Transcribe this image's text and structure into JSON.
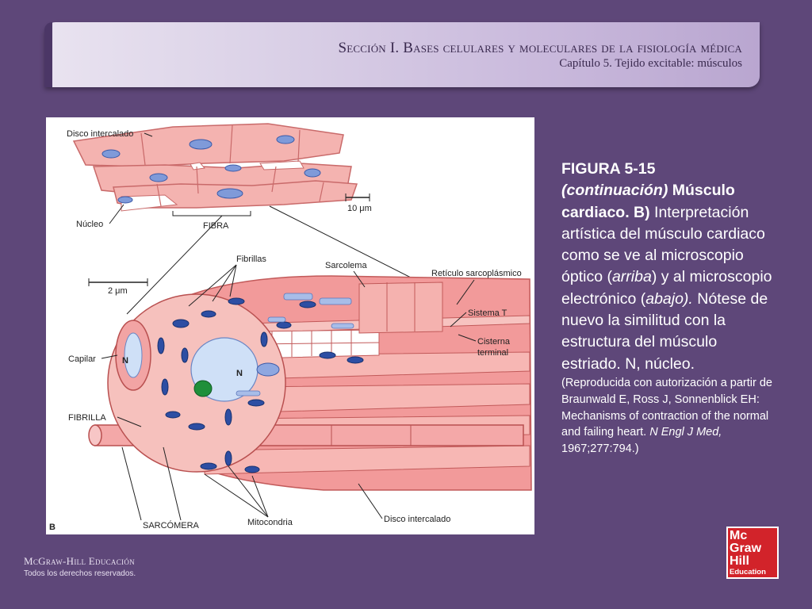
{
  "header": {
    "section": "Sección I.  Bases celulares y moleculares de la fisiología médica",
    "chapter": "Capítulo 5. Tejido excitable: músculos"
  },
  "figure": {
    "labels": {
      "disco_intercalado_top": "Disco intercalado",
      "nucleo": "Núcleo",
      "fibra": "FIBRA",
      "scale_top": "10 μm",
      "scale_bottom": "2 μm",
      "fibrillas": "Fibrillas",
      "sarcolema": "Sarcolema",
      "reticulo": "Retículo sarcoplásmico",
      "sistema_t": "Sistema T",
      "cisterna": "Cisterna",
      "terminal": "terminal",
      "capilar": "Capilar",
      "n_capilar": "N",
      "n_nucleo": "N",
      "fibrilla": "FIBRILLA",
      "sarcomera": "SARCÓMERA",
      "mitocondria": "Mitocondria",
      "disco_intercalado_bottom": "Disco intercalado",
      "panel": "B"
    }
  },
  "caption": {
    "fig_label": "FIGURA 5-15",
    "continuation": "(continuación)",
    "title": "Músculo cardiaco. B)",
    "text1": "Interpretación artística del músculo cardiaco como se ve al microscopio óptico (",
    "arriba": "arriba",
    "text2": ") y al microscopio electrónico (",
    "abajo": "abajo).",
    "text3": "Nótese de nuevo la similitud con la estructura del músculo estriado. N, núcleo.",
    "ref1": "(Reproducida con autorización a partir de Braunwald E, Ross J, Sonnenblick EH: Mechanisms of contraction of the normal and failing heart.",
    "ref_journal": "N Engl J Med,",
    "ref2": "1967;277:794.)"
  },
  "footer": {
    "brand": "McGraw-Hill Educación",
    "rights": "Todos los derechos reservados."
  },
  "logo": {
    "line1": "Mc",
    "line2": "Graw",
    "line3": "Hill",
    "line4": "Education"
  },
  "colors": {
    "background": "#5e4779",
    "muscle": "#f2a4a4",
    "nucleus": "#5b79c8",
    "mitochondria": "#2d4ea3",
    "logo_red": "#d2232a"
  }
}
